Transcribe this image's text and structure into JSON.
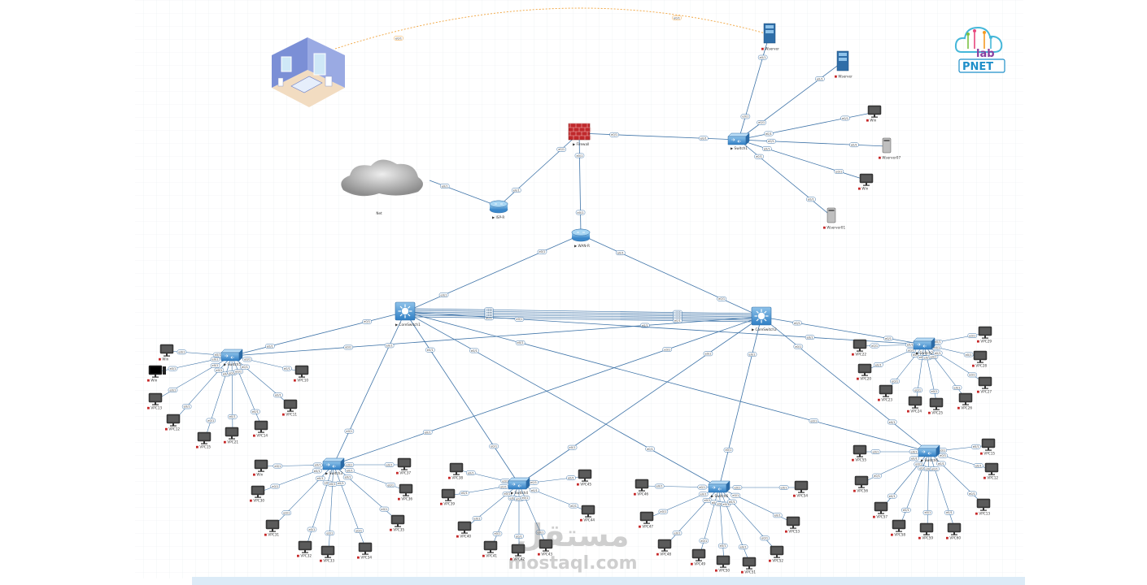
{
  "logo": {
    "sub": "lab",
    "main": "PNET"
  },
  "watermark": {
    "arabic": "مستقل",
    "url": "mostaql.com"
  },
  "cloud_label": "Net",
  "nodes": {
    "wserver1": "Wserver",
    "wserver2": "Wserver",
    "firewall": "Firewall",
    "isp": "ISP-R",
    "wanr": "WAN-R",
    "switch1": "Switch1",
    "win_top": "Win",
    "wserver07": "Wserver07",
    "win_mid": "Win",
    "wserver01": "Wserver01",
    "core1": "CoreSwitch1",
    "core2": "CoreSwitch2",
    "switch5": "Switch5",
    "switch2": "Switch2",
    "switch3": "Switch3",
    "switch4": "Switch4",
    "switch6": "Switch6",
    "win_a": "Win",
    "win_b": "Win",
    "win_c": "Win",
    "vpc": [
      "VPC13",
      "VPC12",
      "VPC15",
      "VPC21",
      "VPC14",
      "VPC11",
      "VPC10",
      "VPC22",
      "VPC20",
      "VPC23",
      "VPC24",
      "VPC25",
      "VPC26",
      "VPC27",
      "VPC28",
      "VPC29",
      "VPC30",
      "VPC31",
      "VPC32",
      "VPC33",
      "VPC34",
      "VPC35",
      "VPC36",
      "VPC37",
      "VPC38",
      "VPC39",
      "VPC40",
      "VPC41",
      "VPC42",
      "VPC43",
      "VPC44",
      "VPC45",
      "VPC46",
      "VPC47",
      "VPC48",
      "VPC49",
      "VPC50",
      "VPC51",
      "VPC52",
      "VPC53",
      "VPC54",
      "VPC55",
      "VPC56",
      "VPC57",
      "VPC58",
      "VPC59",
      "VPC60"
    ]
  },
  "iface_short": "e0/1"
}
